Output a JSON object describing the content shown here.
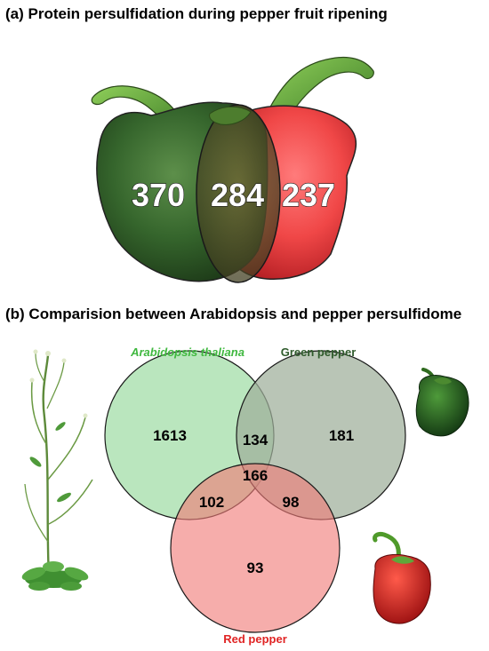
{
  "panel_a": {
    "title": "(a) Protein persulfidation during pepper fruit ripening",
    "green_only": "370",
    "overlap": "284",
    "red_only": "237"
  },
  "panel_b": {
    "title": "(b) Comparision between Arabidopsis and pepper persulfidome",
    "sets": {
      "arabidopsis": {
        "label": "Arabidopsis thaliana",
        "color": "#3fb83f",
        "fill": "#9fdca5"
      },
      "green": {
        "label": "Green pepper",
        "color": "#2e5a2b",
        "fill": "#a9b8a6"
      },
      "red": {
        "label": "Red pepper",
        "color": "#e02424",
        "fill": "#f08080"
      }
    },
    "regions": {
      "arabidopsis_only": "1613",
      "green_only": "181",
      "red_only": "93",
      "arabidopsis_green": "134",
      "arabidopsis_red": "102",
      "green_red": "98",
      "all_three": "166"
    }
  }
}
